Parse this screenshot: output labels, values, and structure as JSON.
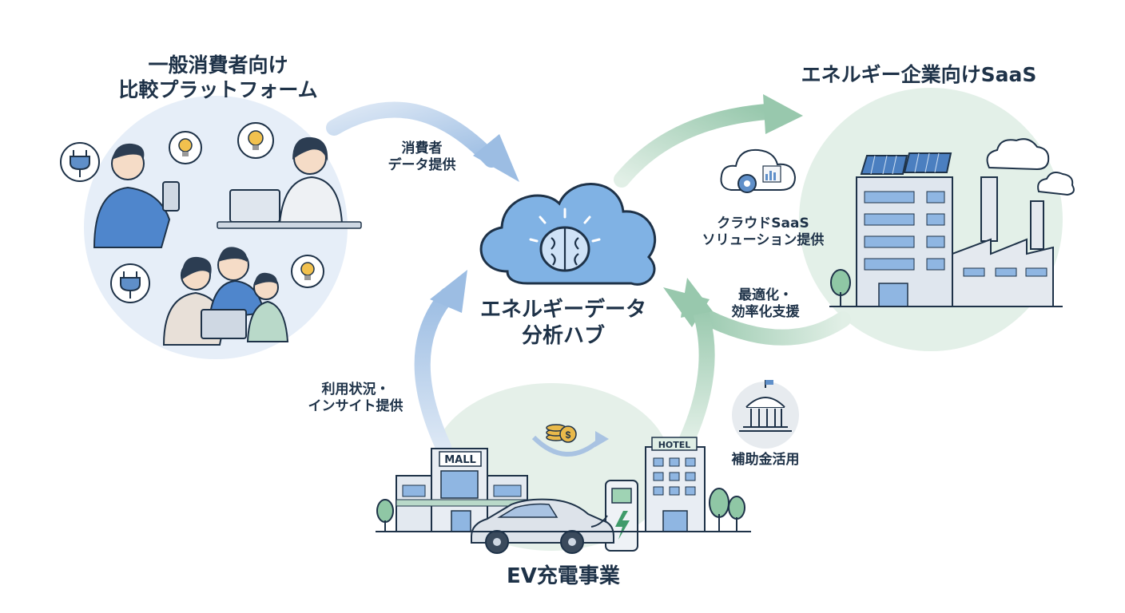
{
  "nodes": {
    "consumer": {
      "title_line1": "一般消費者向け",
      "title_line2": "比較プラットフォーム"
    },
    "saas": {
      "title": "エネルギー企業向けSaaS"
    },
    "ev": {
      "title": "EV充電事業",
      "mall_sign": "MALL",
      "hotel_sign": "HOTEL"
    },
    "hub": {
      "title_line1": "エネルギーデータ",
      "title_line2": "分析ハブ"
    }
  },
  "flows": {
    "consumer_to_hub": {
      "line1": "消費者",
      "line2": "データ提供"
    },
    "hub_to_saas": {
      "line1": "クラウドSaaS",
      "line2": "ソリューション提供"
    },
    "saas_to_hub": {
      "line1": "最適化・",
      "line2": "効率化支援"
    },
    "ev_to_hub": {
      "line1": "利用状況・",
      "line2": "インサイト提供"
    },
    "subsidy": {
      "label": "補助金活用"
    }
  },
  "icons": [
    "plug-icon",
    "lightbulb-icon",
    "cloud-brain-icon",
    "cloud-gear-icon",
    "solar-panel-icon",
    "factory-icon",
    "government-building-icon",
    "coins-icon",
    "ev-charger-icon",
    "car-icon",
    "tree-icon"
  ],
  "colors": {
    "consumer_bg": "#e6eef8",
    "saas_bg": "#e3f0e8",
    "ev_bg": "#e5f0e9",
    "hub_cloud": "#7fb0e3",
    "blue_arrow": "#9fbde0",
    "green_arrow": "#a8cdb8",
    "text": "#1e3248"
  }
}
